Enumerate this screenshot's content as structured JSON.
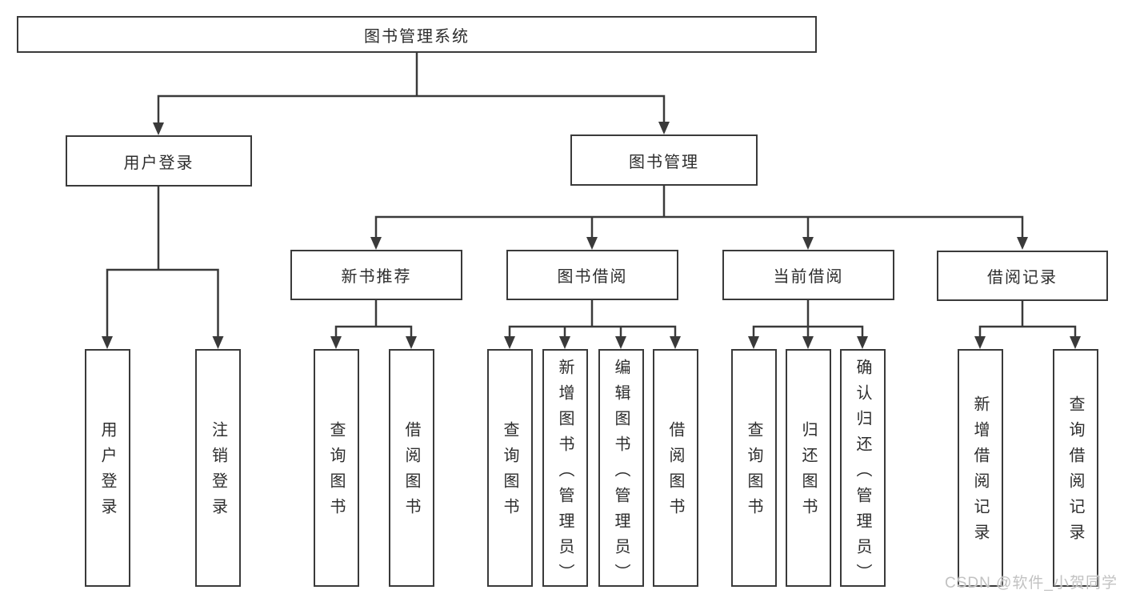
{
  "tree": {
    "root": "图书管理系统",
    "branches": [
      {
        "label": "用户登录",
        "children": [
          "用户登录",
          "注销登录"
        ]
      },
      {
        "label": "图书管理",
        "children": [
          {
            "label": "新书推荐",
            "children": [
              "查询图书",
              "借阅图书"
            ]
          },
          {
            "label": "图书借阅",
            "children": [
              "查询图书",
              "新增图书（管理员）",
              "编辑图书（管理员）",
              "借阅图书"
            ]
          },
          {
            "label": "当前借阅",
            "children": [
              "查询图书",
              "归还图书",
              "确认归还（管理员）"
            ]
          },
          {
            "label": "借阅记录",
            "children": [
              "新增借阅记录",
              "查询借阅记录"
            ]
          }
        ]
      }
    ]
  },
  "watermark": {
    "text": "CSDN @软件_小贺同学"
  },
  "colors": {
    "line": "#3a3a3a",
    "text": "#2d2d2d",
    "background": "#ffffff",
    "watermark": "#c2c2c2"
  }
}
